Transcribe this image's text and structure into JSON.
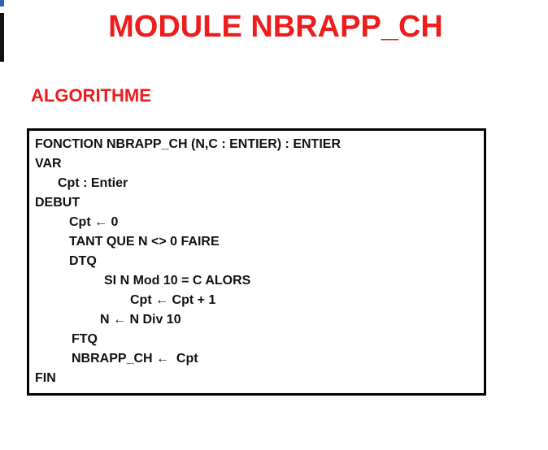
{
  "title": "MODULE NBRAPP_CH",
  "section_label": "ALGORITHME",
  "code_lines": [
    "FONCTION NBRAPP_CH (N,C : ENTIER) : ENTIER",
    "VAR",
    "Cpt : Entier",
    "DEBUT",
    "Cpt ← 0",
    "TANT QUE N <> 0 FAIRE",
    "DTQ",
    "SI N Mod 10 = C ALORS",
    "Cpt ← Cpt + 1",
    "N ← N Div 10",
    "FTQ",
    "NBRAPP_CH ←  Cpt",
    "FIN"
  ]
}
